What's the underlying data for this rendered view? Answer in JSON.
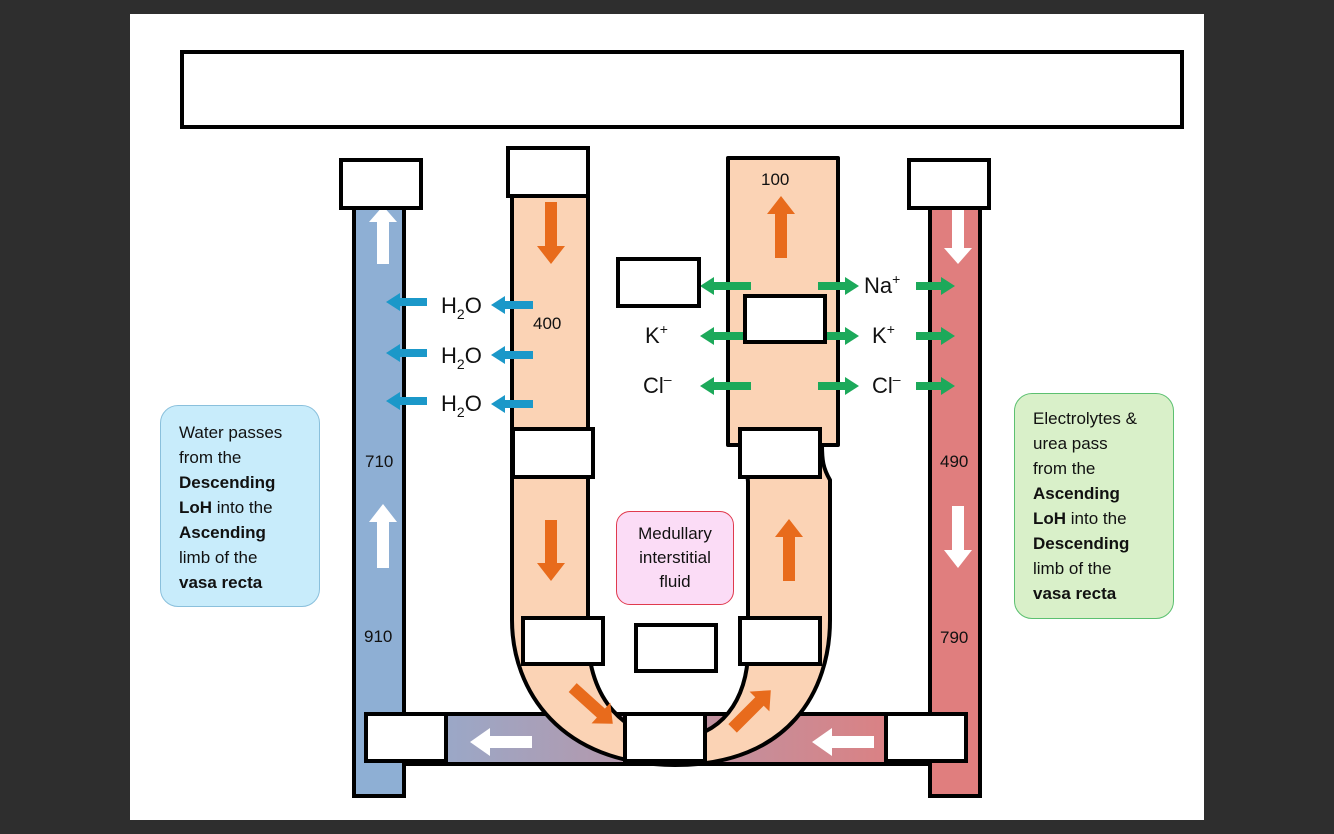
{
  "colors": {
    "background": "#2e2e2e",
    "canvas": "#ffffff",
    "ascending_vasa_recta": "#8eafd4",
    "descending_vasa_recta": "#e07e7e",
    "loop_of_henle": "#fbd3b5",
    "flow_arrow_loh": "#e86b1c",
    "flow_arrow_vasa": "#ffffff",
    "water_arrow": "#1b98c9",
    "ion_arrow": "#1ca95a",
    "water_note_bg": "#c8ecfb",
    "electrolyte_note_bg": "#d9f0c9",
    "medullary_note_bg": "#fbdcf6"
  },
  "labels": {
    "descending_loh_top": "400",
    "ascending_loh_top": "100",
    "ascending_vasa_upper": "710",
    "ascending_vasa_lower": "910",
    "descending_vasa_upper": "490",
    "descending_vasa_lower": "790"
  },
  "water_movement": {
    "molecule_main": "H",
    "molecule_sub": "2",
    "molecule_tail": "O"
  },
  "ions": {
    "sodium": "Na",
    "sodium_charge": "+",
    "potassium": "K",
    "potassium_charge": "+",
    "chloride": "Cl",
    "chloride_charge": "–"
  },
  "notes": {
    "water": {
      "line1": "Water passes",
      "line2": "from the",
      "bold1": "Descending",
      "bold2": "LoH",
      "text3": " into the",
      "bold3": "Ascending",
      "line5": "limb of the",
      "bold4": "vasa recta"
    },
    "electrolytes": {
      "line1": "Electrolytes &",
      "line2": "urea pass",
      "line3": "from the",
      "bold1": "Ascending",
      "bold2": "LoH",
      "text3": " into the",
      "bold3": "Descending",
      "line6": "limb of the",
      "bold4": "vasa recta"
    },
    "medullary": {
      "line1": "Medullary",
      "line2": "interstitial",
      "line3": "fluid"
    }
  }
}
